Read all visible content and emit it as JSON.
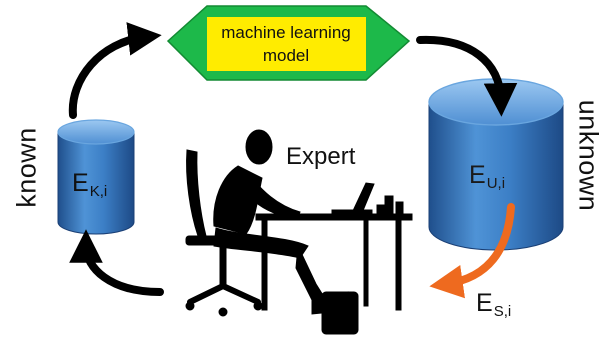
{
  "model": {
    "label": "machine learning model"
  },
  "known_label": "known",
  "unknown_label": "unknown",
  "expert_label": "Expert",
  "sets": {
    "known": {
      "main": "E",
      "sub": "K,i"
    },
    "unknown": {
      "main": "E",
      "sub": "U,i"
    },
    "selected": {
      "main": "E",
      "sub": "S,i"
    }
  },
  "colors": {
    "hexagon": "#1db94a",
    "label_box": "#ffec00",
    "cylinder": "#2f6fb8",
    "arrow_main": "#000000",
    "arrow_select": "#ee6a1f"
  }
}
